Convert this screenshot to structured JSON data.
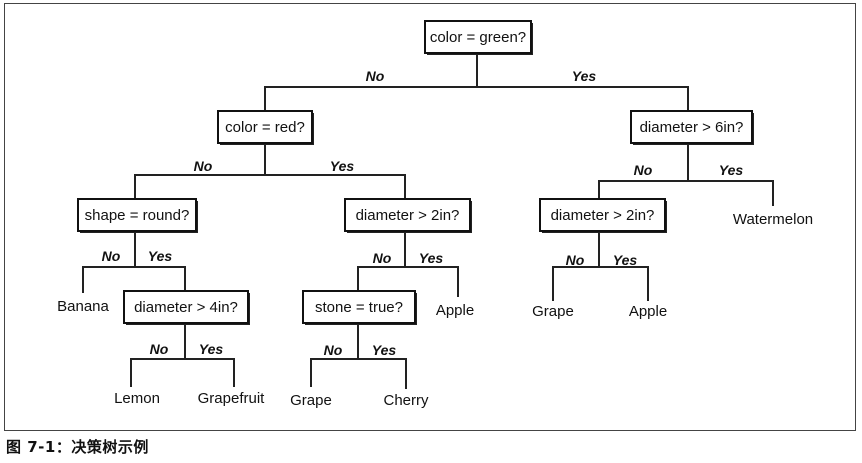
{
  "caption": "图 7-1：决策树示例",
  "decision_nodes": {
    "root": "color = green?",
    "color_red": "color = red?",
    "diam_6": "diameter > 6in?",
    "shape_round": "shape = round?",
    "diam_2_left": "diameter > 2in?",
    "diam_2_right": "diameter > 2in?",
    "diam_4": "diameter > 4in?",
    "stone_true": "stone = true?"
  },
  "leaves": {
    "banana": "Banana",
    "lemon": "Lemon",
    "grapefruit": "Grapefruit",
    "grape_1": "Grape",
    "cherry": "Cherry",
    "apple_1": "Apple",
    "grape_2": "Grape",
    "apple_2": "Apple",
    "watermelon": "Watermelon"
  },
  "branch_labels": {
    "no": "No",
    "yes": "Yes"
  }
}
